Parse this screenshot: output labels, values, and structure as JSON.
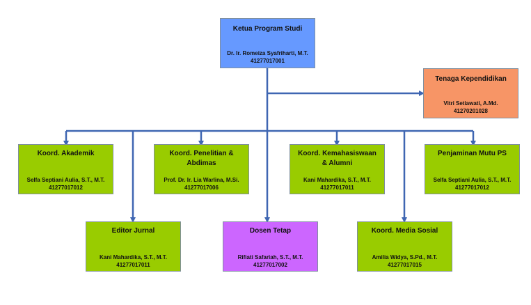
{
  "colors": {
    "connector": "#3f66b2",
    "head_box": "#6699ff",
    "staff_box": "#f79566",
    "coordinator_box": "#99cc00",
    "lecturer_box": "#cc66ff"
  },
  "head": {
    "title": "Ketua Program Studi",
    "name": "Dr. Ir. Romeiza Syafriharti, M.T.",
    "id": "41277017001"
  },
  "staff": {
    "title": "Tenaga Kependidikan",
    "name": "Vitri Setiawati, A.Md.",
    "id": "41270201028"
  },
  "units": [
    {
      "title": "Koord. Akademik",
      "name": "Selfa Septiani Aulia, S.T., M.T.",
      "id": "41277017012"
    },
    {
      "title": "Koord. Penelitian & Abdimas",
      "name": "Prof. Dr. Ir. Lia Warlina, M.Si.",
      "id": "41277017006"
    },
    {
      "title": "Koord. Kemahasiswaan & Alumni",
      "name": "Kani Mahardika, S.T., M.T.",
      "id": "41277017011"
    },
    {
      "title": "Penjaminan Mutu PS",
      "name": "Selfa Septiani Aulia, S.T., M.T.",
      "id": "41277017012"
    },
    {
      "title": "Editor Jurnal",
      "name": "Kani Mahardika, S.T., M.T.",
      "id": "41277017011"
    },
    {
      "title": "Dosen Tetap",
      "name": "Rifiati Safariah, S.T., M.T.",
      "id": "41277017002"
    },
    {
      "title": "Koord. Media Sosial",
      "name": "Amilia Widya, S.Pd., M.T.",
      "id": "41277017015"
    }
  ]
}
